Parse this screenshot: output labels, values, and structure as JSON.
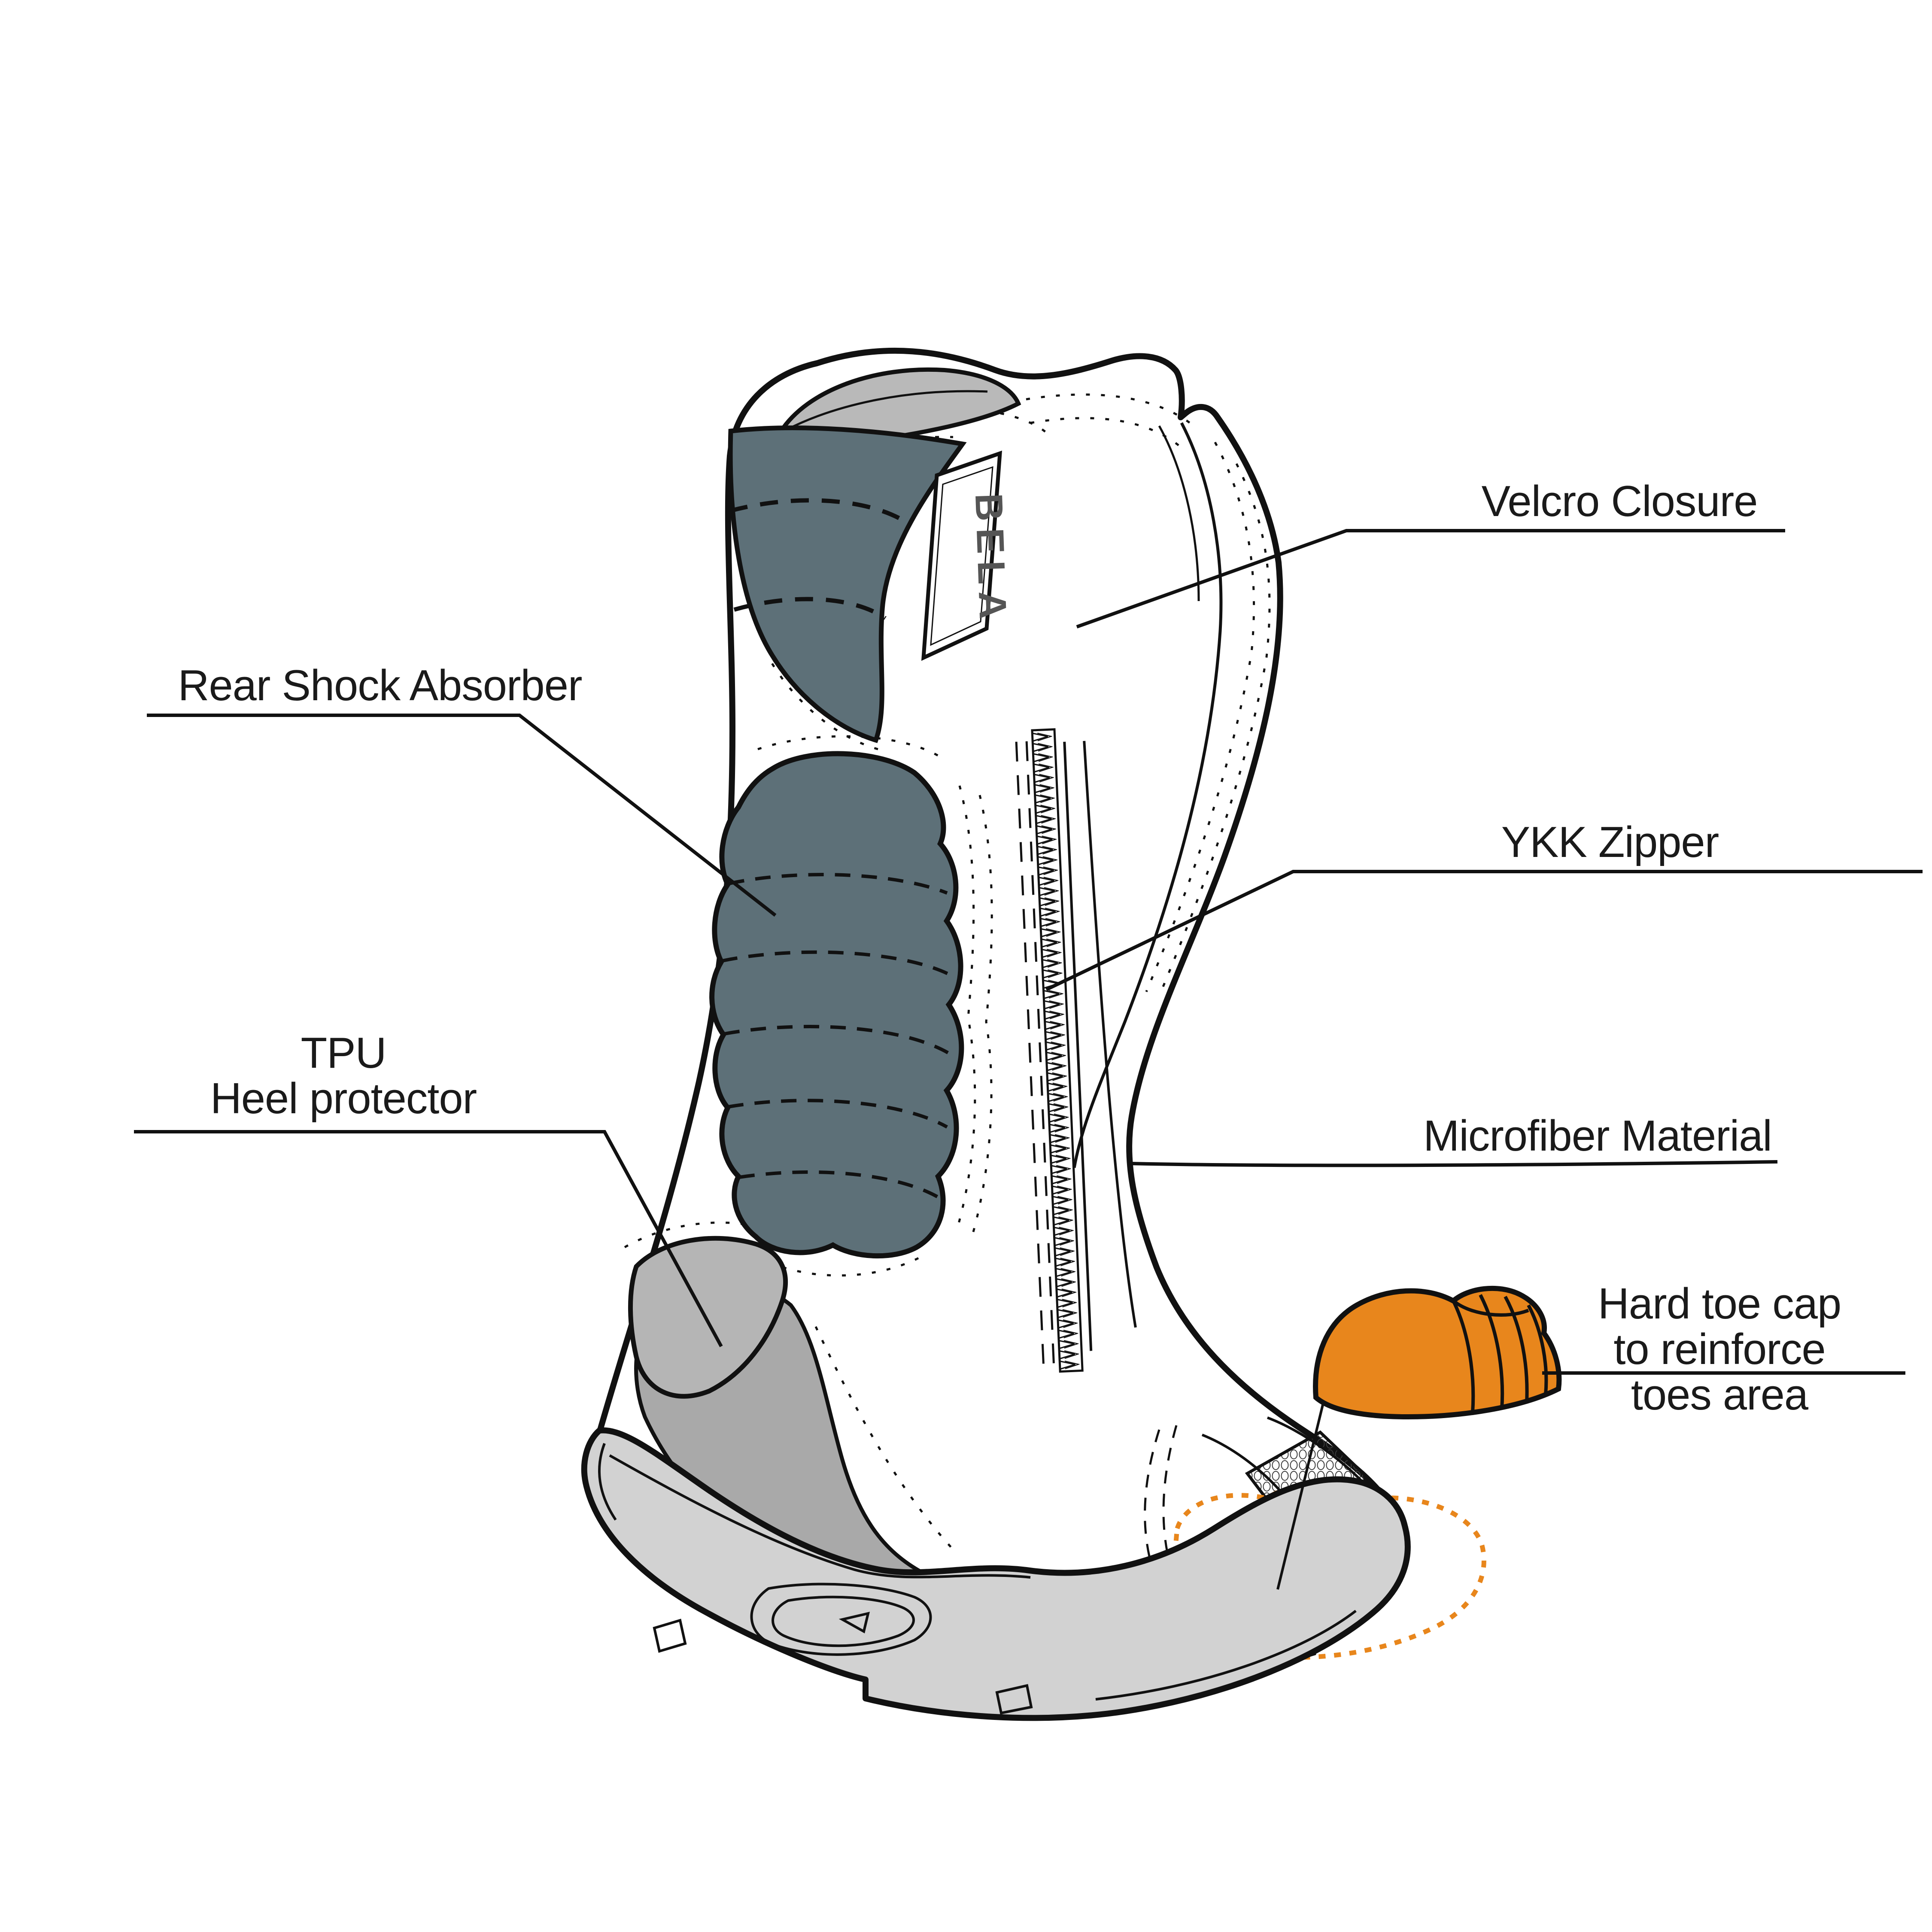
{
  "diagram": {
    "type": "annotated-product-diagram",
    "subject": "motorcycle riding boot, rear three-quarter view",
    "brand_logo": "BELA",
    "labels": {
      "velcro_closure": {
        "text": "Velcro Closure"
      },
      "rear_shock_absorber": {
        "text": "Rear Shock Absorber"
      },
      "ykk_zipper": {
        "text": "YKK Zipper"
      },
      "tpu_heel_protector": {
        "line1": "TPU",
        "line2": "Heel protector"
      },
      "microfiber_material": {
        "text": "Microfiber Material"
      },
      "hard_toe_cap": {
        "line1": "Hard toe cap",
        "line2": "to reinforce",
        "line3": "toes area"
      }
    },
    "colors": {
      "background": "#ffffff",
      "outline": "#111111",
      "label_text": "#1a1a1a",
      "boot_white": "#ffffff",
      "collar_inner_gray": "#b9b9b9",
      "collar_pad_slate": "#5d7078",
      "shock_absorber_slate": "#5d7078",
      "tpu_patch_gray": "#b5b5b5",
      "heel_panel_gray": "#a9a9a9",
      "sole_gray": "#d2d2d2",
      "toe_cap_orange": "#e8861c",
      "logo_gray": "#555555"
    }
  }
}
